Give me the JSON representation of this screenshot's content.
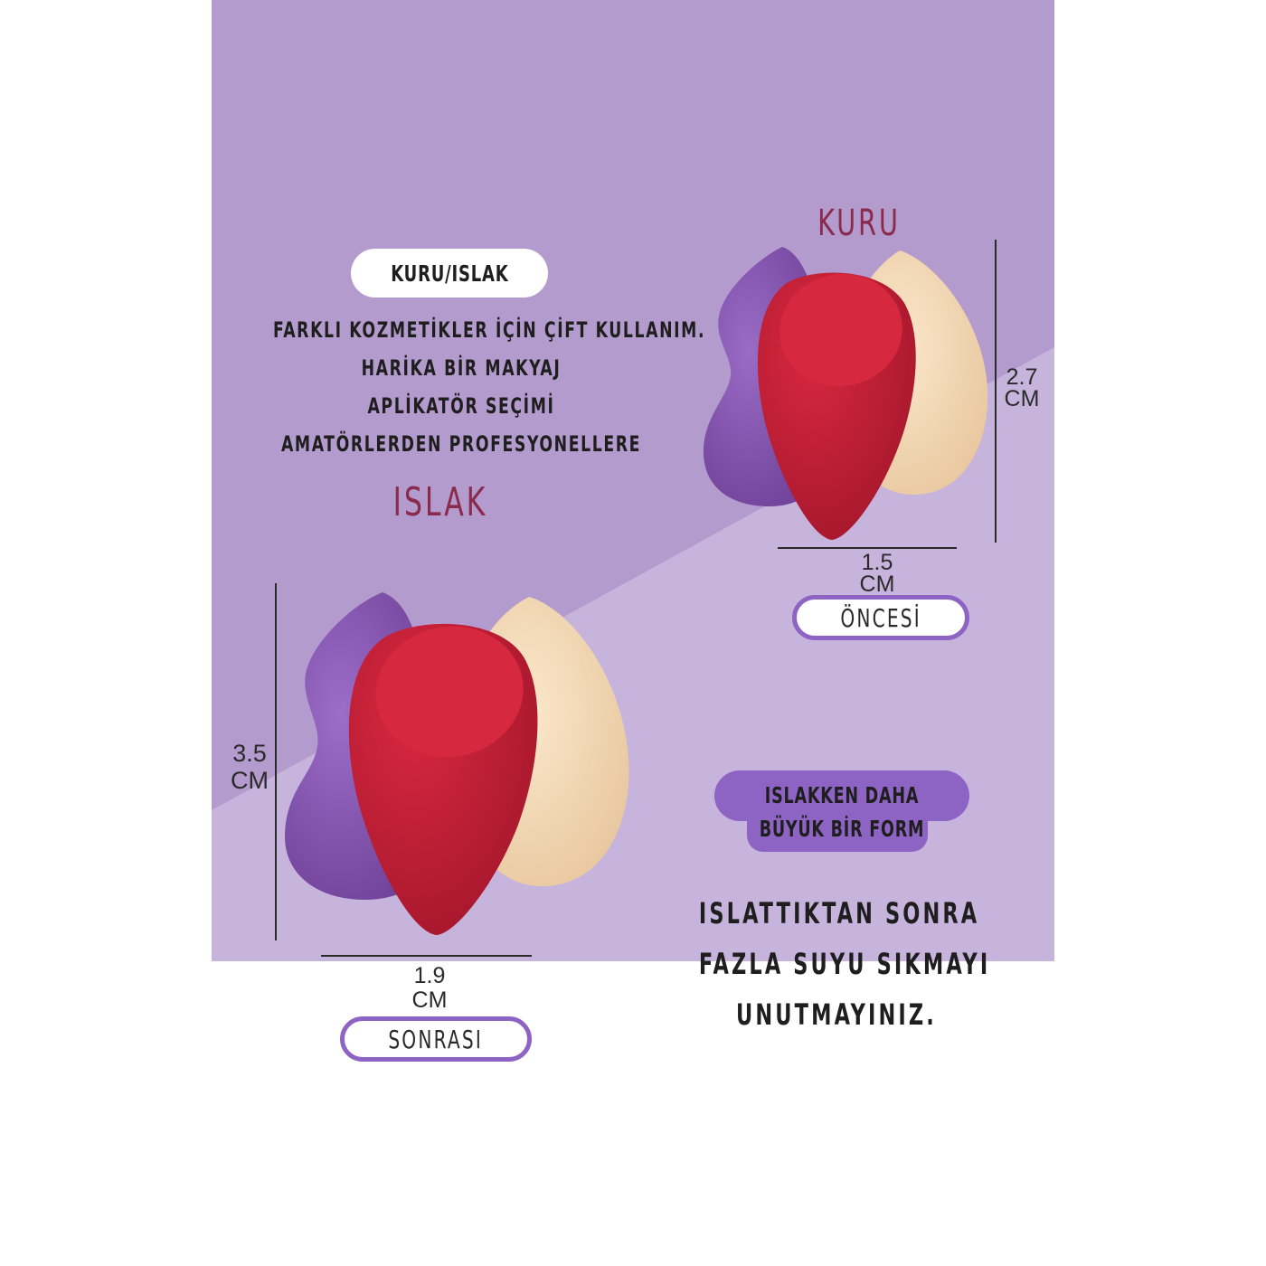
{
  "colors": {
    "panel_top": "#b49bcd",
    "panel_bottom": "#c7b4dd",
    "sponge_purple": "#8b5cb8",
    "sponge_red": "#cb2038",
    "sponge_beige": "#f5dcb8",
    "accent_purple": "#8d64c4",
    "label_pink": "#8a2a4c",
    "text_dark": "#1e1e1e"
  },
  "dry_wet_badge": {
    "label": "KURU/ISLAK"
  },
  "intro_lines": [
    "FARKLI KOZMETİKLER İÇİN ÇİFT KULLANIM.",
    "HARİKA BİR MAKYAJ",
    "APLİKATÖR SEÇİMİ",
    "AMATÖRLERDEN PROFESYONELLERE"
  ],
  "dry_set": {
    "label": "KURU",
    "height": {
      "value": "2.7",
      "unit": "CM"
    },
    "width": {
      "value": "1.5",
      "unit": "CM"
    },
    "state_label": "ÖNCESİ"
  },
  "wet_set": {
    "label": "ISLAK",
    "height": {
      "value": "3.5",
      "unit": "CM"
    },
    "width": {
      "value": "1.9",
      "unit": "CM"
    },
    "state_label": "SONRASI"
  },
  "bigger_badge": {
    "line1": "ISLAKKEN DAHA",
    "line2": "BÜYÜK BİR FORM"
  },
  "tip_lines": [
    "ISLATTIKTAN SONRA",
    "FAZLA SUYU SIKMAYI",
    "UNUTMAYINIZ."
  ]
}
